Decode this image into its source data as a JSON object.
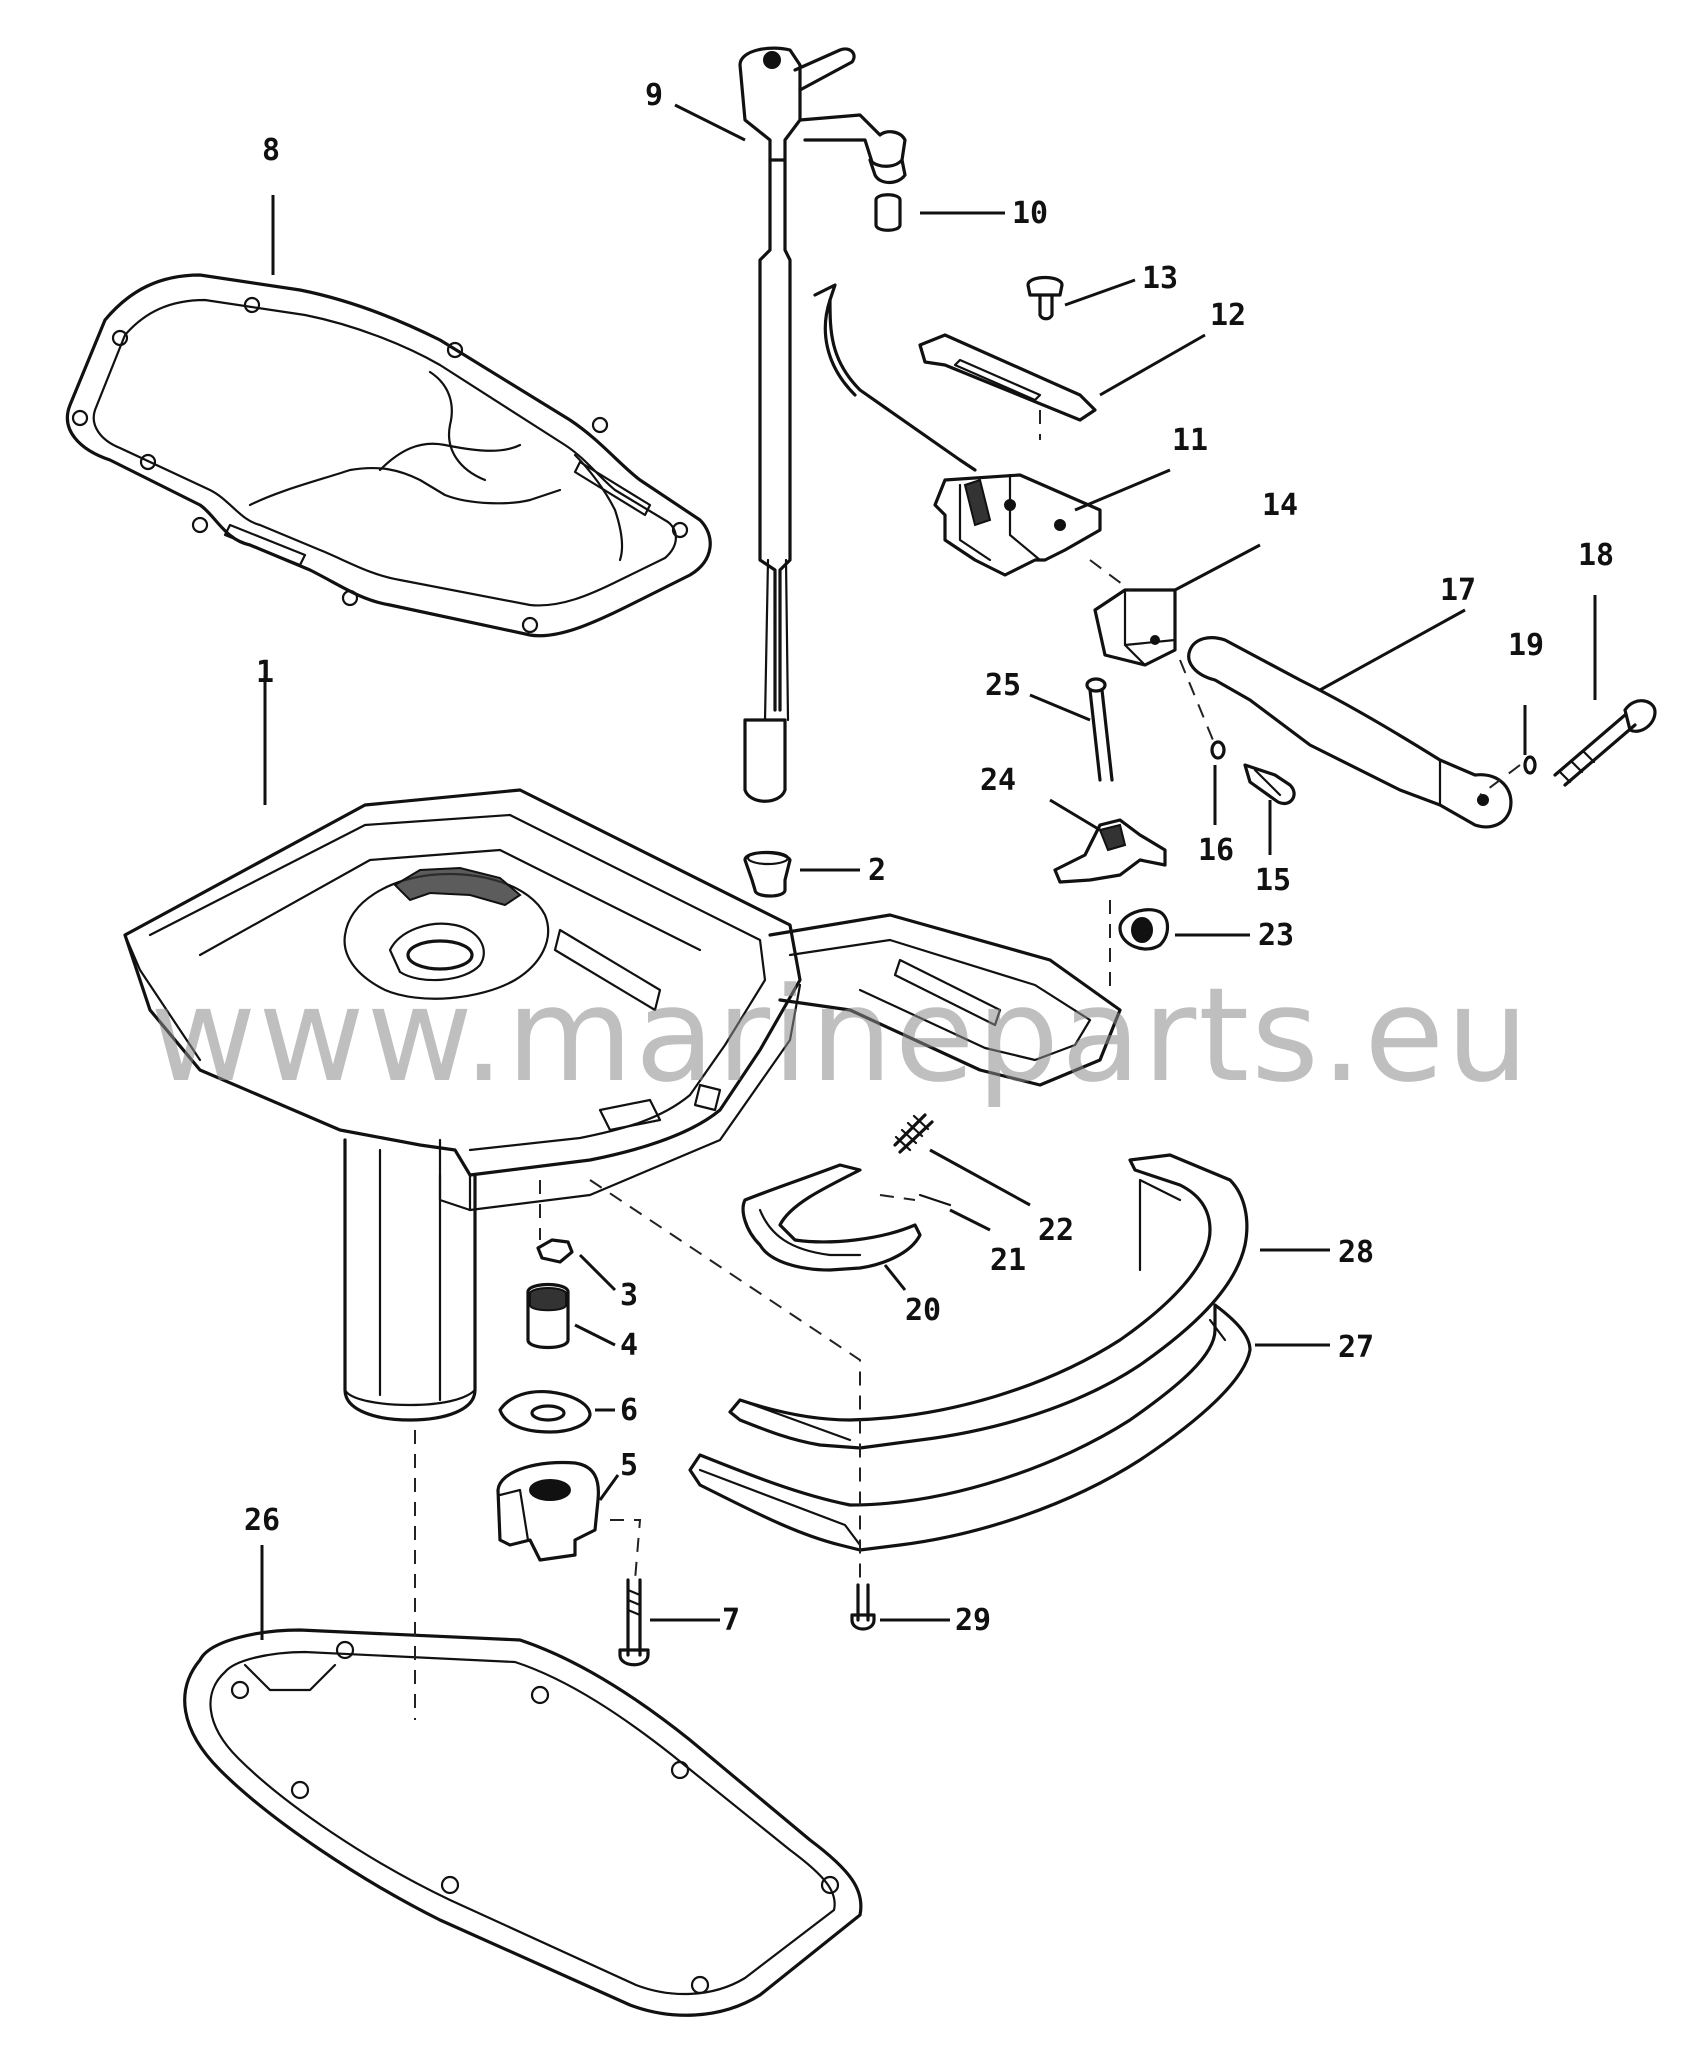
{
  "watermark": {
    "text": "www.marineparts.eu",
    "color": "#8a8a8a"
  },
  "line_color": "#111111",
  "callouts": [
    "1",
    "2",
    "3",
    "4",
    "5",
    "6",
    "7",
    "8",
    "9",
    "10",
    "11",
    "12",
    "13",
    "14",
    "15",
    "16",
    "17",
    "18",
    "19",
    "20",
    "21",
    "22",
    "23",
    "24",
    "25",
    "26",
    "27",
    "28",
    "29"
  ]
}
